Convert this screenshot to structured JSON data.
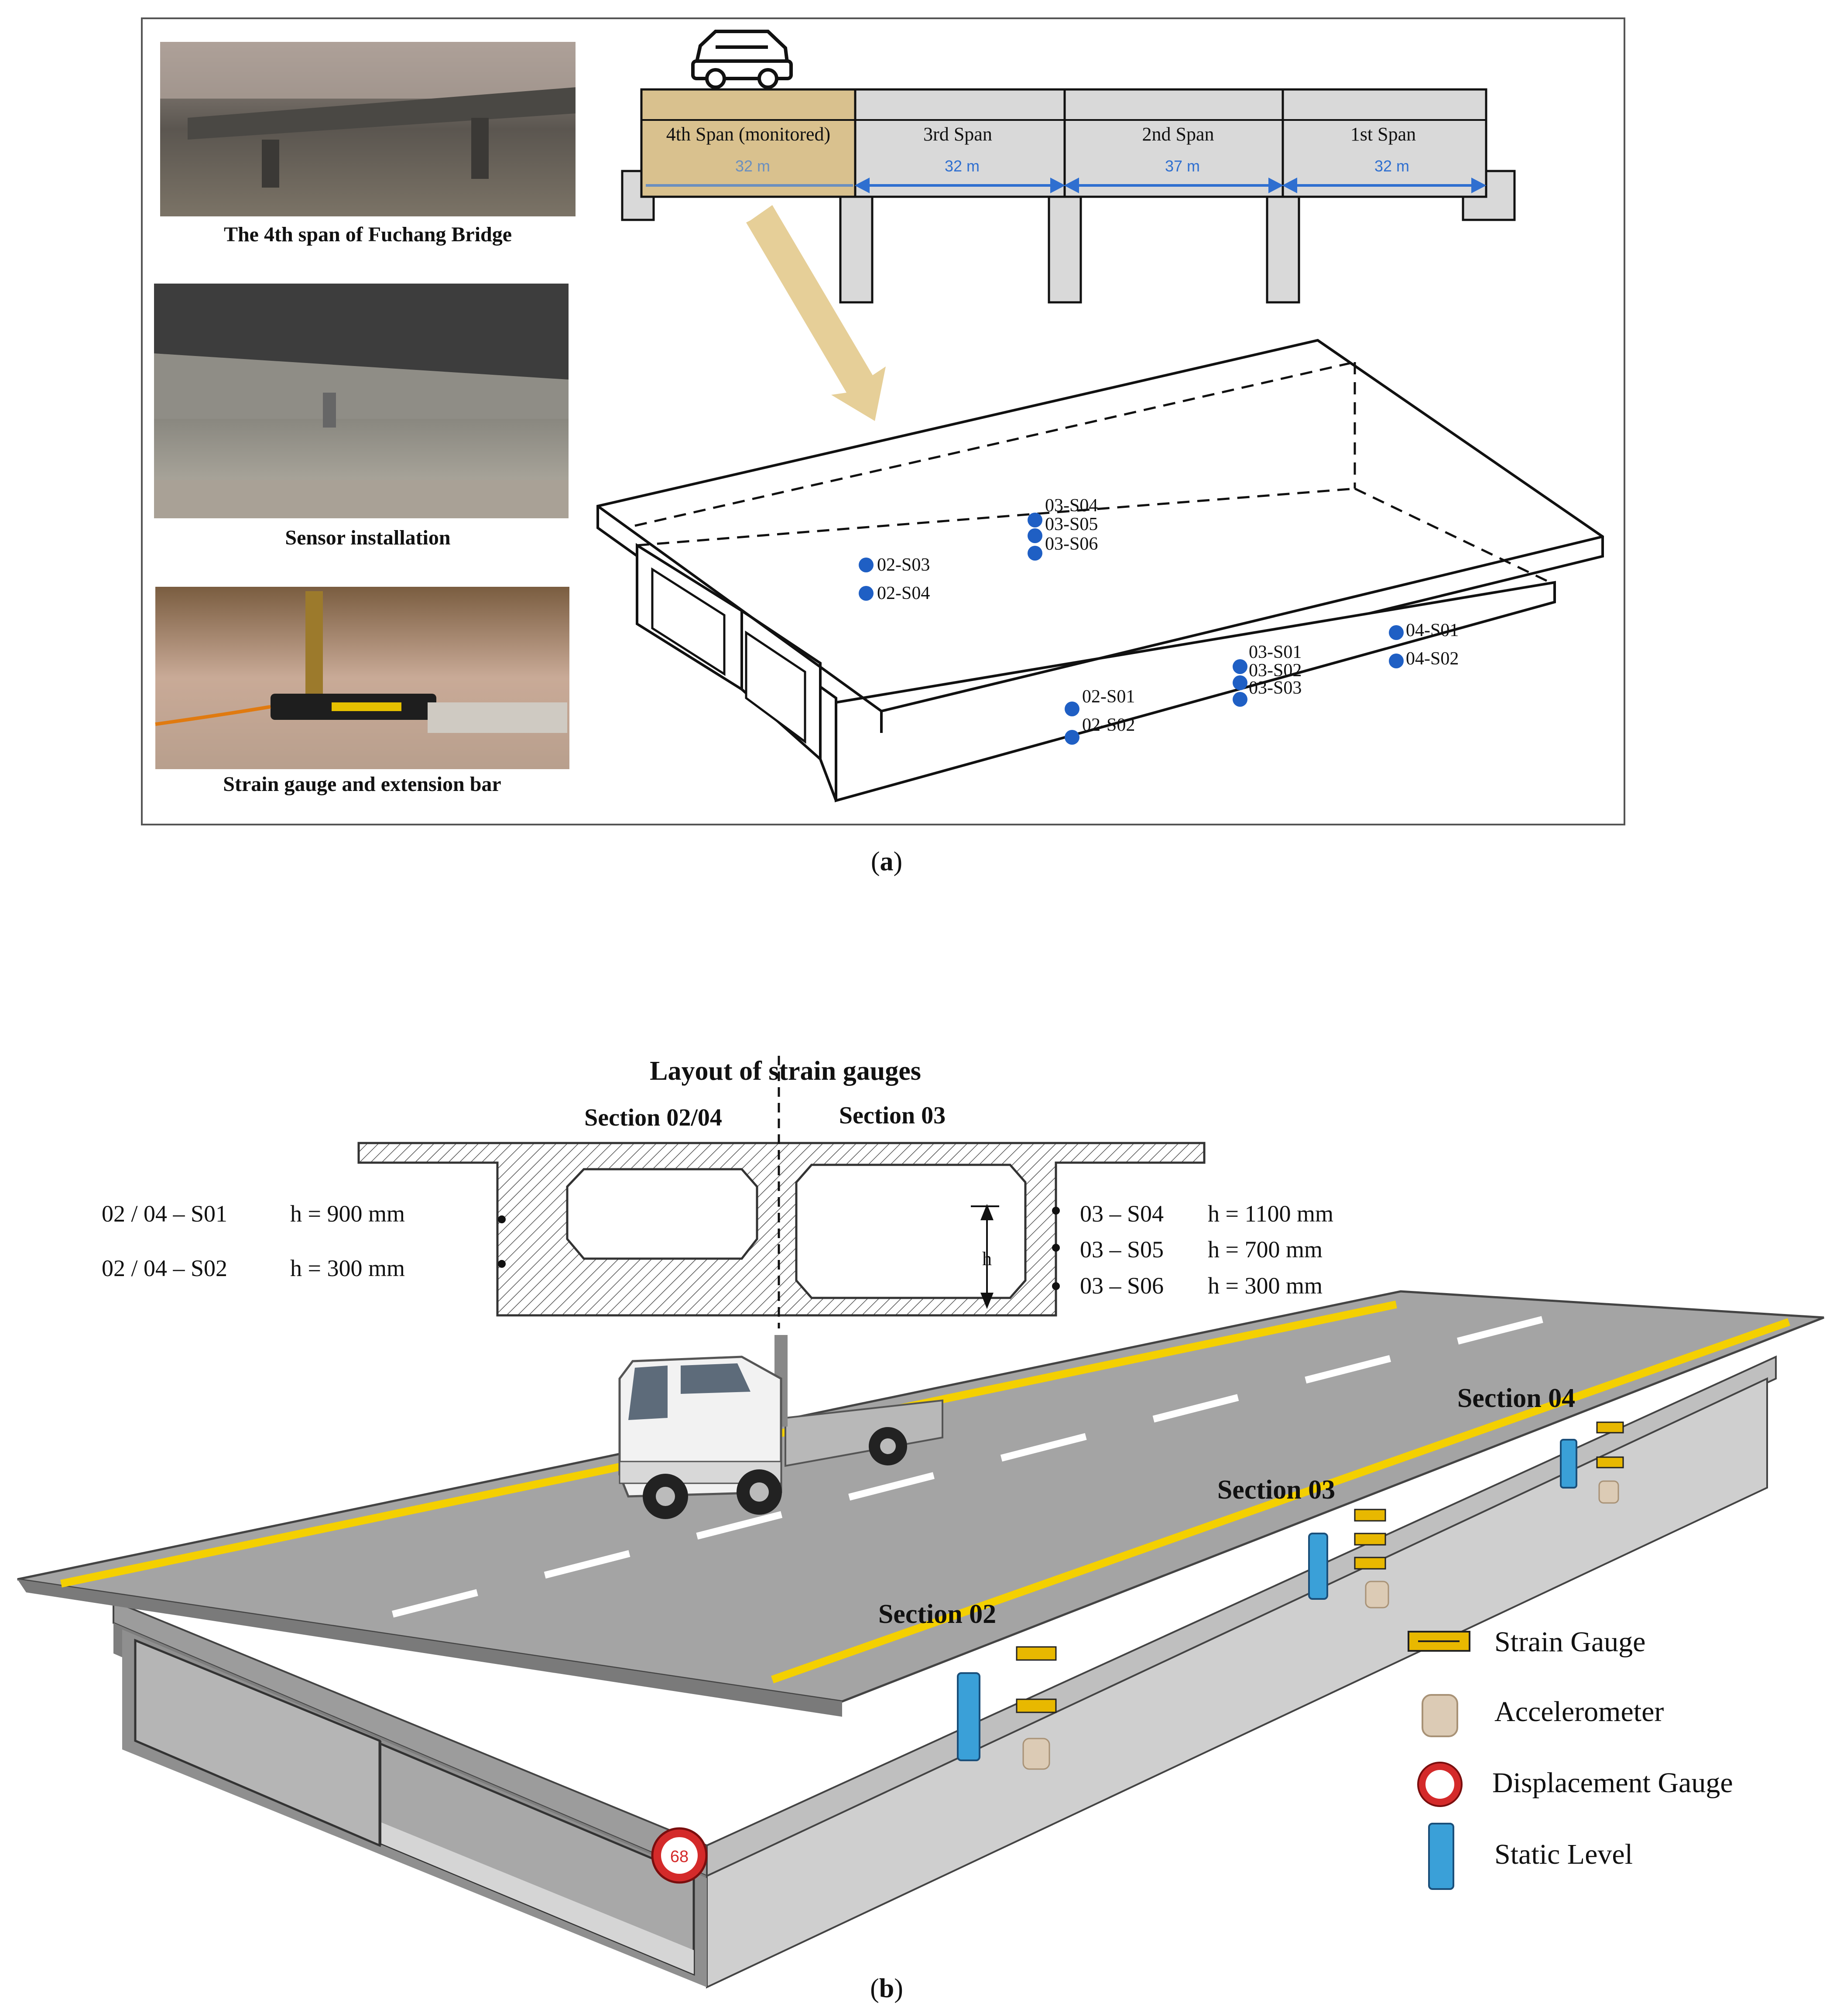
{
  "panel_a": {
    "caption_letter": "a",
    "photos": [
      {
        "caption": "The 4th span of Fuchang Bridge"
      },
      {
        "caption": "Sensor installation"
      },
      {
        "caption": "Strain gauge and extension bar"
      }
    ],
    "spans": [
      {
        "name": "4th Span (monitored)",
        "length": "32 m"
      },
      {
        "name": "3rd Span",
        "length": "32 m"
      },
      {
        "name": "2nd Span",
        "length": "37 m"
      },
      {
        "name": "1st Span",
        "length": "32 m"
      }
    ],
    "sensor_labels": {
      "s02_03": "02-S03",
      "s02_04": "02-S04",
      "s03_04": "03-S04",
      "s03_05": "03-S05",
      "s03_06": "03-S06",
      "s02_01": "02-S01",
      "s02_02": "02-S02",
      "s03_01": "03-S01",
      "s03_02": "03-S02",
      "s03_03": "03-S03",
      "s04_01": "04-S01",
      "s04_02": "04-S02"
    },
    "colors": {
      "sensor_dot": "#1f5fc4",
      "monitored_span": "#d9c18e",
      "span": "#d9d9d9",
      "arrow": "#e6cf98",
      "dim_line": "#2f6fd0"
    }
  },
  "panel_b": {
    "caption_letter": "b",
    "layout_title": "Layout of strain gauges",
    "section_left": "Section 02/04",
    "section_right": "Section 03",
    "left_gauges": [
      {
        "id": "02 / 04  – S01",
        "h": "h = 900 mm"
      },
      {
        "id": "02 / 04  – S02",
        "h": "h = 300   mm"
      }
    ],
    "right_gauges": [
      {
        "id": "03 – S04",
        "h": "h = 1100 mm"
      },
      {
        "id": "03 – S05",
        "h": "h = 700   mm"
      },
      {
        "id": "03 – S06",
        "h": "h = 300   mm"
      }
    ],
    "h_symbol": "h",
    "deck_sections": [
      "Section 02",
      "Section 03",
      "Section 04"
    ],
    "legend": [
      {
        "label": "Strain Gauge",
        "icon": "strain-gauge-icon"
      },
      {
        "label": "Accelerometer",
        "icon": "accelerometer-icon"
      },
      {
        "label": "Displacement Gauge",
        "icon": "displacement-gauge-icon"
      },
      {
        "label": "Static Level",
        "icon": "static-level-icon"
      }
    ],
    "gauge_readout": "68",
    "colors": {
      "road": "#9a9a9a",
      "lane_line_yellow": "#f4d000",
      "box": "#c9c9c9",
      "strain_gauge": "#e8b800",
      "static_level": "#3aa0d8",
      "displacement": "#d42a2a"
    }
  }
}
